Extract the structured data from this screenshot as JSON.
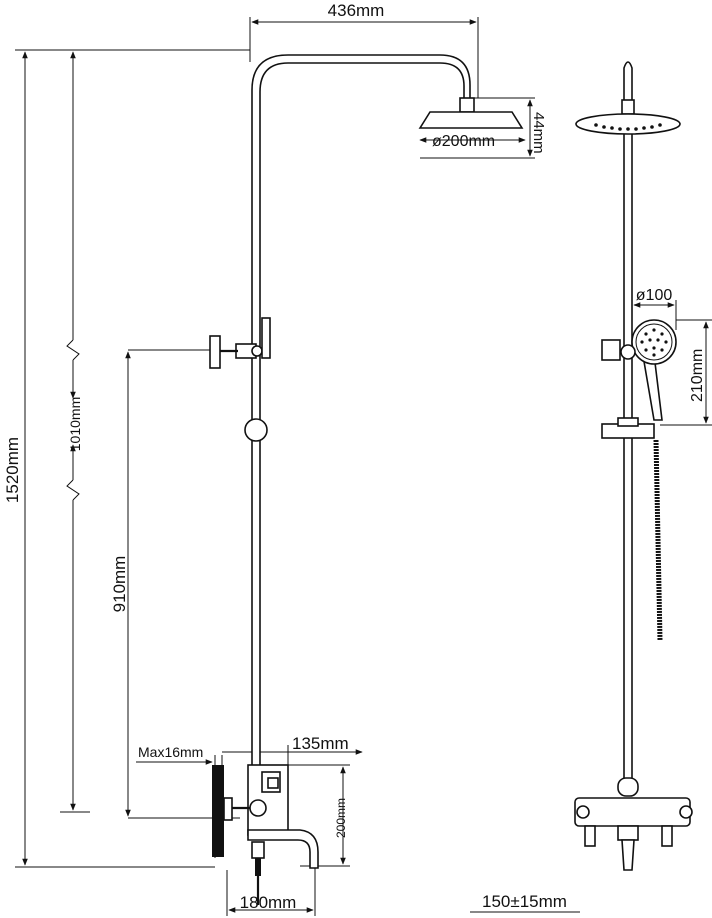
{
  "dimensions": {
    "head_reach": "436mm",
    "head_diameter": "ø200mm",
    "head_thickness": "44mm",
    "total_height": "1520mm",
    "adjust_height": "1010mm",
    "mixer_height": "910mm",
    "wall_thickness": "Max16mm",
    "spout_depth": "135mm",
    "spout_height": "200mm",
    "bottom_width": "180mm",
    "hand_diameter": "ø100",
    "hand_length": "210mm",
    "centers": "150±15mm"
  }
}
